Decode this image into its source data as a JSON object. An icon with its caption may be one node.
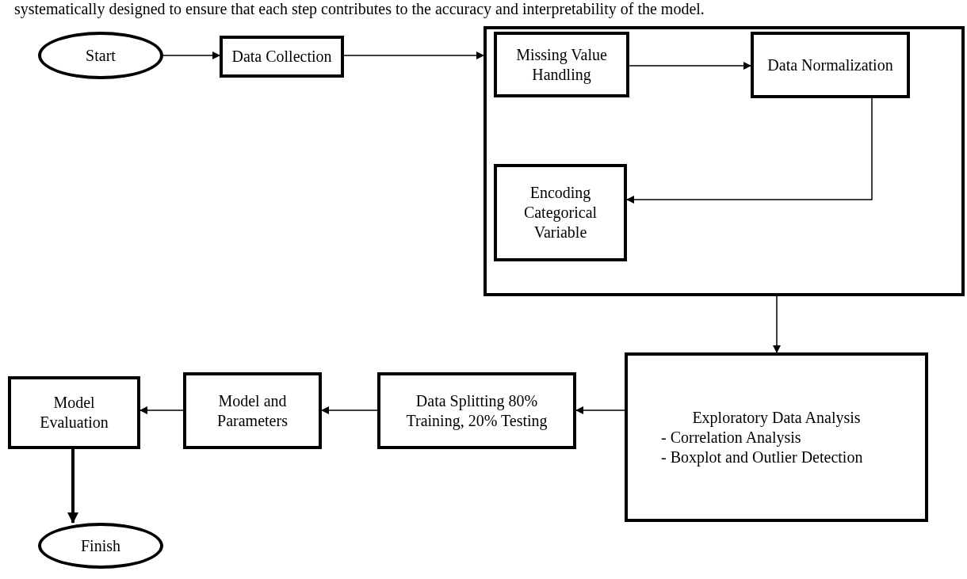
{
  "diagram": {
    "nodes": [
      {
        "text": [
          "Start"
        ]
      },
      {
        "text": [
          "Data Collection"
        ]
      },
      {
        "text": [],
        "shape": "box"
      },
      {
        "text": [
          "Missing Value Handling"
        ],
        "in": 2
      },
      {
        "text": [
          "Data Normalization"
        ],
        "in": 2
      },
      {
        "text": [
          "Encoding Categorical Variable"
        ],
        "in": 2
      },
      {
        "text": [
          "Exploratory Data Analysis",
          "- Correlation Analysis",
          "- Boxplot and Outlier Detection"
        ]
      },
      {
        "text": [
          "Data Splitting 80% Training, 20% Testing"
        ]
      },
      {
        "text": [
          "Model and Parameters"
        ]
      },
      {
        "text": [
          "Model Evaluation"
        ]
      },
      {
        "text": [
          "Finish"
        ]
      }
    ],
    "edges": [
      {
        "from": 0,
        "to": 1,
        "arrow": "to"
      },
      {
        "from": 1,
        "to": 2,
        "arrow": "to"
      },
      {
        "from": 3,
        "to": 4,
        "arrow": "to"
      },
      {
        "from": 4,
        "to": 5,
        "arrow": "to"
      },
      {
        "from": 2,
        "to": 6,
        "arrow": "to"
      },
      {
        "from": 6,
        "to": 7,
        "arrow": "to"
      },
      {
        "from": 7,
        "to": 8,
        "arrow": "to"
      },
      {
        "from": 8,
        "to": 9,
        "arrow": "to"
      },
      {
        "from": 9,
        "to": 10,
        "arrow": "to",
        "style": "thick"
      }
    ],
    "labels": [
      "systematically designed to ensure that each step contributes to the accuracy and interpretability of the model."
    ]
  }
}
